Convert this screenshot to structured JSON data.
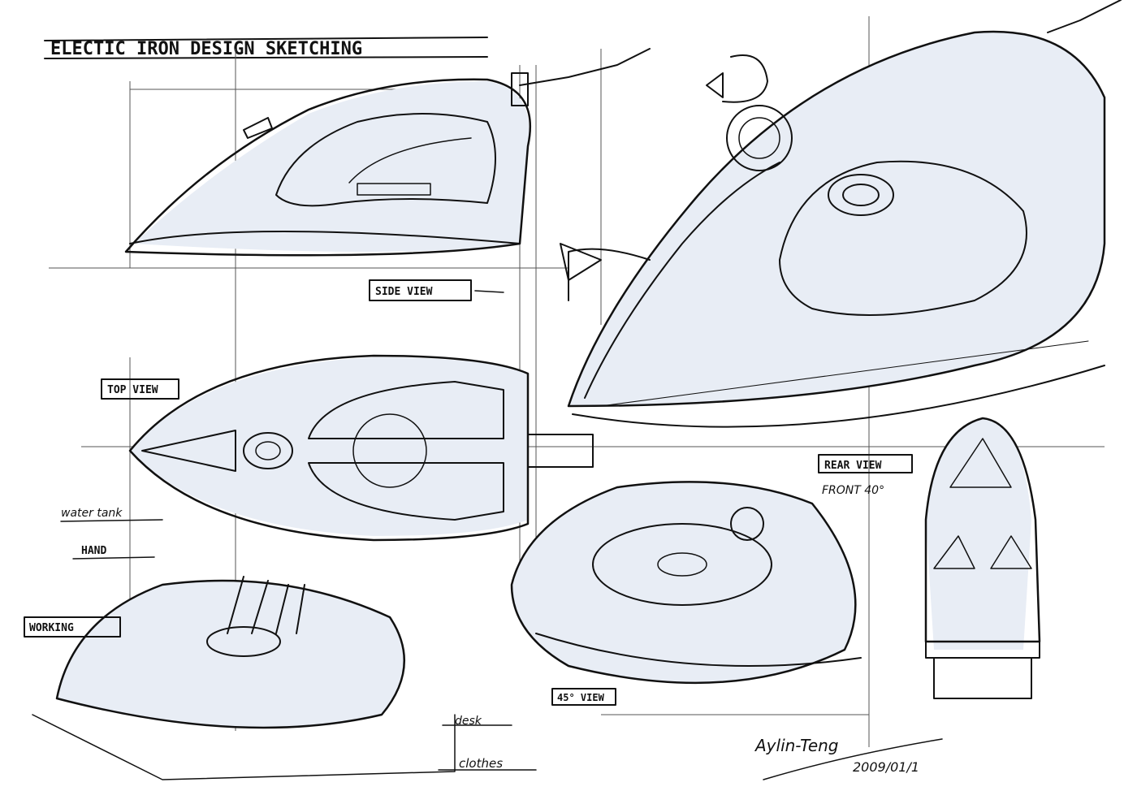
{
  "title": "ELECTIC IRON DESIGN SKETCHING",
  "labels": {
    "side_view": "SIDE VIEW",
    "top_view": "TOP VIEW",
    "rear_view": "REAR VIEW",
    "front_angle": "FRONT 40°",
    "angle_view": "45° VIEW",
    "working": "WORKING",
    "water_tank": "water tank",
    "hand": "HAND",
    "desk": "desk",
    "clothes": "clothes"
  },
  "signature": {
    "name": "Aylin-Teng",
    "date": "2009/01/1"
  },
  "colors": {
    "ink": "#111111",
    "marker_shade": "#e8edf5",
    "paper": "#ffffff"
  }
}
